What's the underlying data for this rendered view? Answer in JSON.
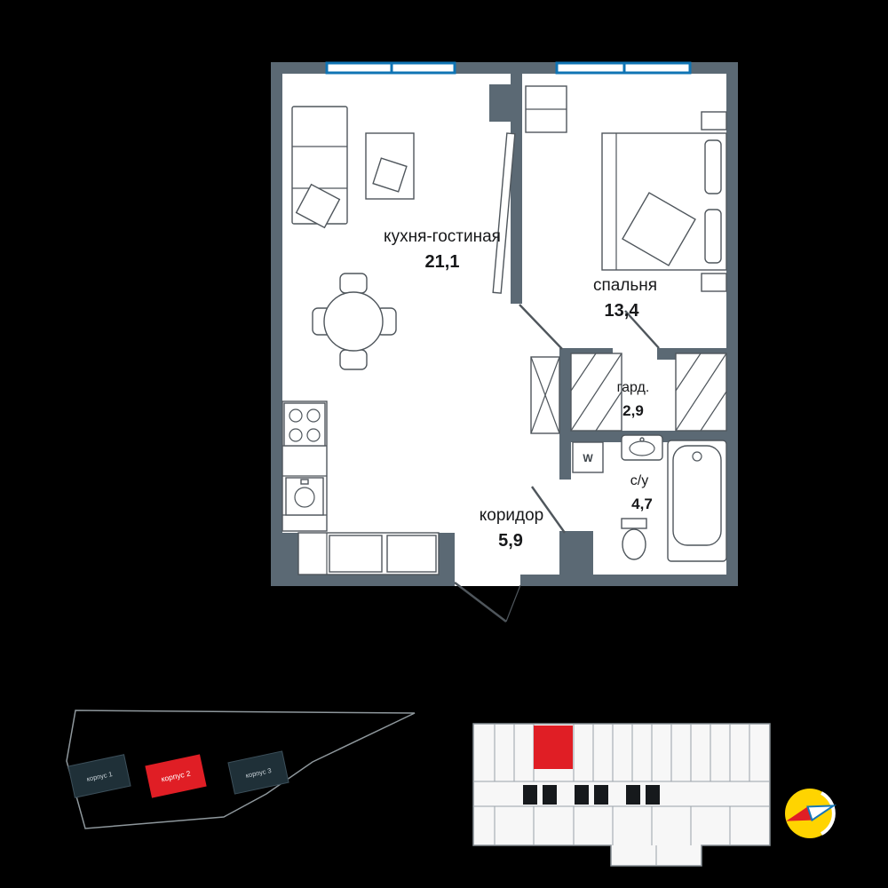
{
  "floorplan": {
    "rooms": [
      {
        "name": "кухня-гостиная",
        "area": "21,1"
      },
      {
        "name": "спальня",
        "area": "13,4"
      },
      {
        "name": "гард.",
        "area": "2,9"
      },
      {
        "name": "с/у",
        "area": "4,7"
      },
      {
        "name": "коридор",
        "area": "5,9"
      }
    ],
    "washer_label": "W"
  },
  "site_plan": {
    "buildings": [
      {
        "label": "корпус 1",
        "highlighted": false
      },
      {
        "label": "корпус 2",
        "highlighted": true
      },
      {
        "label": "корпус 3",
        "highlighted": false
      }
    ]
  },
  "colors": {
    "background": "#000000",
    "wall": "#5b6974",
    "window_blue": "#0f74b4",
    "highlight_red": "#e01e25",
    "compass_yellow": "#ffd400",
    "building_dark": "#1f3038"
  }
}
